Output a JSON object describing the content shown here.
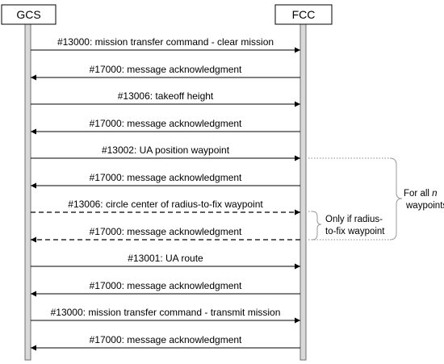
{
  "participants": {
    "left": "GCS",
    "right": "FCC"
  },
  "messages": [
    {
      "label": "#13000: mission transfer command - clear mission",
      "direction": "right",
      "style": "solid"
    },
    {
      "label": "#17000: message acknowledgment",
      "direction": "left",
      "style": "solid"
    },
    {
      "label": "#13006: takeoff height",
      "direction": "right",
      "style": "solid"
    },
    {
      "label": "#17000: message acknowledgment",
      "direction": "left",
      "style": "solid"
    },
    {
      "label": "#13002: UA position waypoint",
      "direction": "right",
      "style": "solid"
    },
    {
      "label": "#17000: message acknowledgment",
      "direction": "left",
      "style": "solid"
    },
    {
      "label": "#13006: circle center of radius-to-fix waypoint",
      "direction": "right",
      "style": "dashed"
    },
    {
      "label": "#17000: message acknowledgment",
      "direction": "left",
      "style": "dashed"
    },
    {
      "label": "#13001: UA route",
      "direction": "right",
      "style": "solid"
    },
    {
      "label": "#17000: message acknowledgment",
      "direction": "left",
      "style": "solid"
    },
    {
      "label": "#13000: mission transfer command - transmit mission",
      "direction": "right",
      "style": "solid"
    },
    {
      "label": "#17000: message acknowledgment",
      "direction": "left",
      "style": "solid"
    }
  ],
  "notes": {
    "all_waypoints": {
      "line1_prefix": "For all ",
      "line1_var": "n",
      "line2": "waypoints"
    },
    "radius_to_fix": {
      "line1": "Only if radius-",
      "line2": "to-fix waypoint"
    }
  }
}
